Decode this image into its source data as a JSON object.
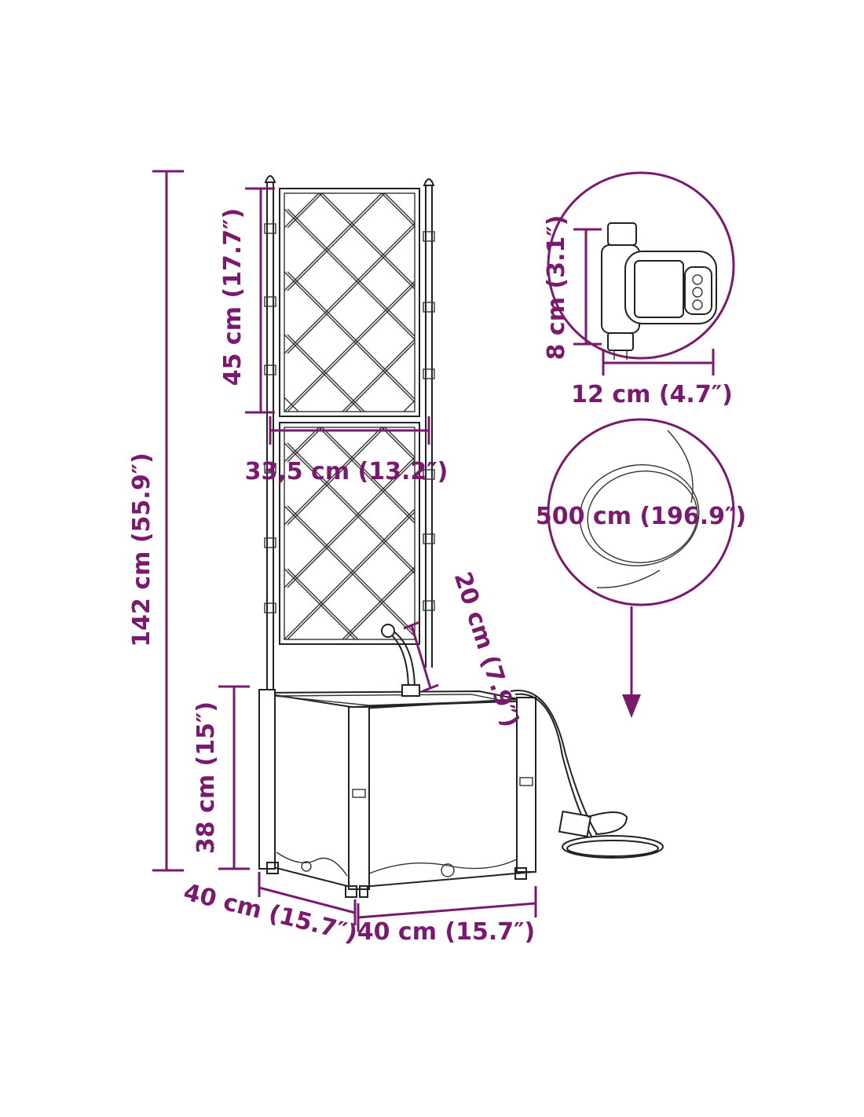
{
  "colors": {
    "dimension": "#7a1a6e",
    "drawing": "#222222",
    "background": "#ffffff"
  },
  "labels": {
    "total_height": "142 cm (55.9″)",
    "trellis_panel_height": "45 cm (17.7″)",
    "trellis_width": "33,5 cm (13.2″)",
    "planter_height": "38 cm (15″)",
    "planter_depth": "40 cm (15.7″)",
    "planter_width": "40 cm (15.7″)",
    "stake_length": "20 cm (7.9″)",
    "timer_height": "8 cm (3.1″)",
    "timer_width": "12 cm (4.7″)",
    "hose_length": "500 cm (196.9″)"
  },
  "icons": {
    "timer": "water-timer-icon",
    "hose": "coiled-hose-icon",
    "arrow": "arrow-down-icon"
  }
}
